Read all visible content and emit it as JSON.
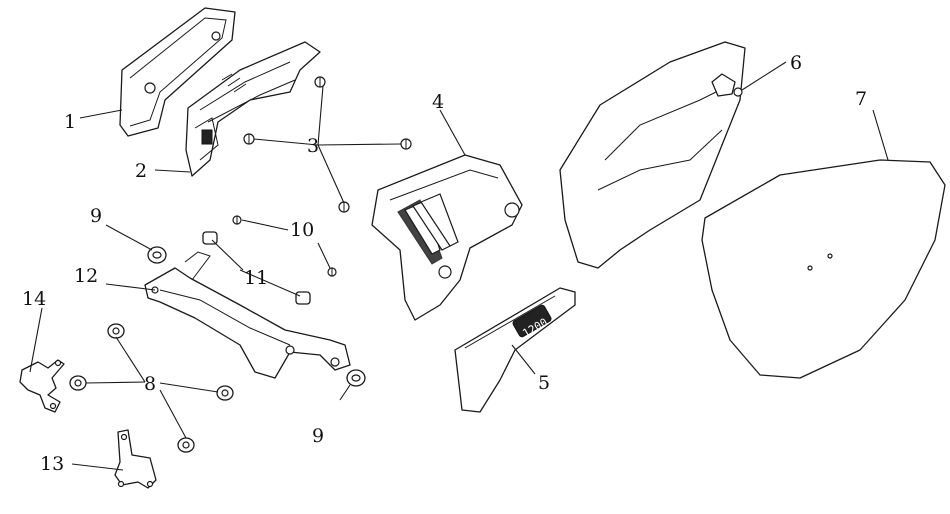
{
  "callouts": {
    "c1": "1",
    "c2": "2",
    "c3": "3",
    "c4": "4",
    "c5": "5",
    "c6": "6",
    "c7": "7",
    "c8": "8",
    "c9a": "9",
    "c9b": "9",
    "c10": "10",
    "c11": "11",
    "c12": "12",
    "c13": "13",
    "c14": "14"
  },
  "badge_text": "1200",
  "colors": {
    "line": "#1a1a1a",
    "background": "#ffffff"
  }
}
